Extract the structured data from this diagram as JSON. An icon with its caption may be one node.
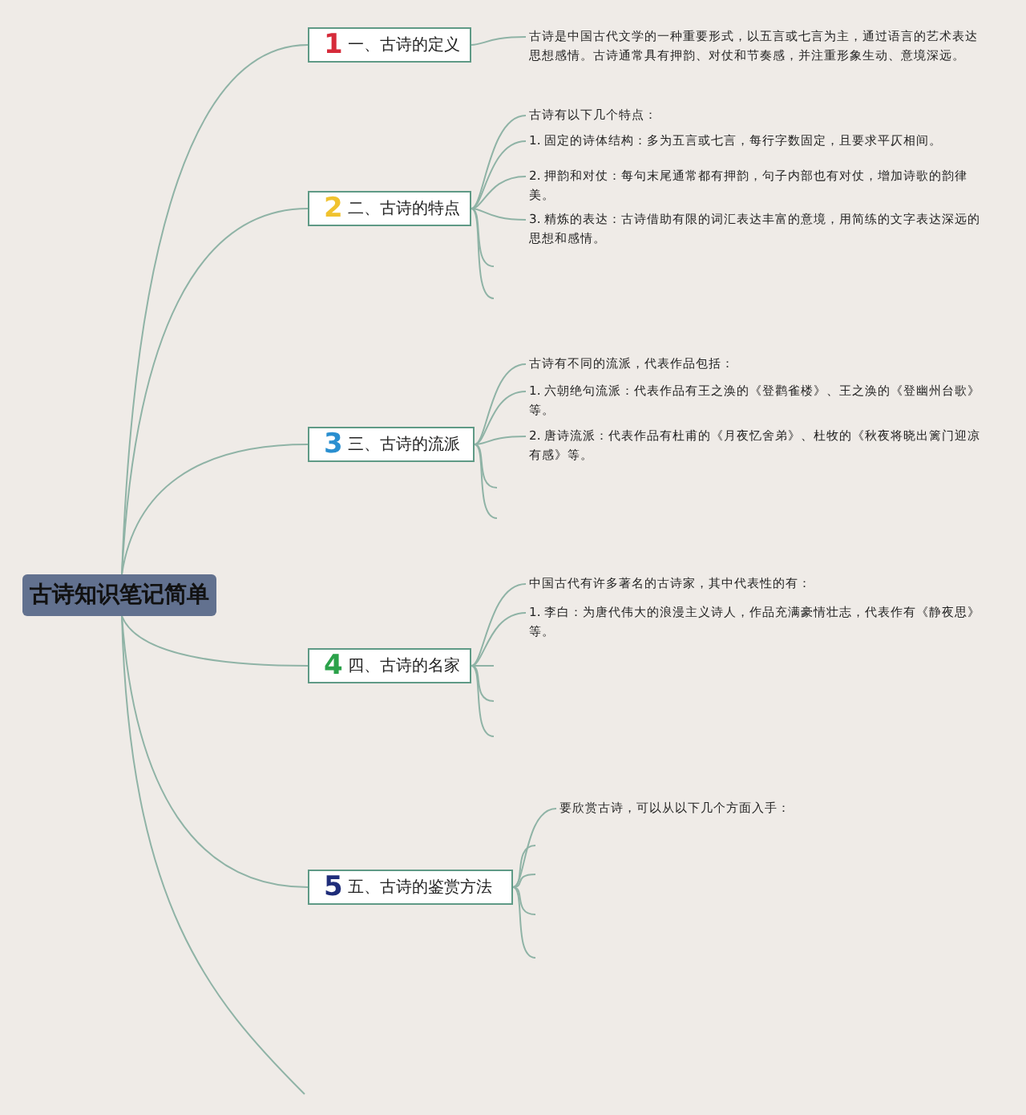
{
  "diagram": {
    "nodes": [
      {
        "text": [
          "古诗知识笔记简单"
        ]
      },
      {
        "text": [
          "1",
          "一、古诗的定义"
        ]
      },
      {
        "text": [
          "2",
          "二、古诗的特点"
        ]
      },
      {
        "text": [
          "3",
          "三、古诗的流派"
        ]
      },
      {
        "text": [
          "4",
          "四、古诗的名家"
        ]
      },
      {
        "text": [
          "5",
          "五、古诗的鉴赏方法"
        ]
      },
      {
        "text": [
          "古诗是中国古代文学的一种重要形式，以五言或七言为主，通过语言的艺术表达思想感情。古诗通常具有押韵、对仗和节奏感，并注重形象生动、意境深远。"
        ]
      },
      {
        "text": [
          "古诗有以下几个特点："
        ]
      },
      {
        "text": [
          "1. 固定的诗体结构：多为五言或七言，每行字数固定，且要求平仄相间。"
        ]
      },
      {
        "text": [
          "2. 押韵和对仗：每句末尾通常都有押韵，句子内部也有对仗，增加诗歌的韵律美。"
        ]
      },
      {
        "text": [
          "3. 精炼的表达：古诗借助有限的词汇表达丰富的意境，用简练的文字表达深远的思想和感情。"
        ]
      },
      {
        "text": [
          "古诗有不同的流派，代表作品包括："
        ]
      },
      {
        "text": [
          "1. 六朝绝句流派：代表作品有王之涣的《登鹳雀楼》、王之涣的《登幽州台歌》等。"
        ]
      },
      {
        "text": [
          "2. 唐诗流派：代表作品有杜甫的《月夜忆舍弟》、杜牧的《秋夜将晓出篱门迎凉有感》等。"
        ]
      },
      {
        "text": [
          "中国古代有许多著名的古诗家，其中代表性的有："
        ]
      },
      {
        "text": [
          "1. 李白：为唐代伟大的浪漫主义诗人，作品充满豪情壮志，代表作有《静夜思》等。"
        ]
      },
      {
        "text": [
          "要欣赏古诗，可以从以下几个方面入手："
        ]
      }
    ],
    "edges": [
      {
        "from": 0,
        "to": 1,
        "arrow": "none"
      },
      {
        "from": 0,
        "to": 2,
        "arrow": "none"
      },
      {
        "from": 0,
        "to": 3,
        "arrow": "none"
      },
      {
        "from": 0,
        "to": 4,
        "arrow": "none"
      },
      {
        "from": 0,
        "to": 5,
        "arrow": "none"
      },
      {
        "from": 0,
        "to": null,
        "arrow": "none"
      },
      {
        "from": 1,
        "to": 6,
        "arrow": "none"
      },
      {
        "from": 2,
        "to": 7,
        "arrow": "none"
      },
      {
        "from": 2,
        "to": 8,
        "arrow": "none"
      },
      {
        "from": 2,
        "to": 9,
        "arrow": "none"
      },
      {
        "from": 2,
        "to": 10,
        "arrow": "none"
      },
      {
        "from": 2,
        "to": null,
        "arrow": "none"
      },
      {
        "from": 2,
        "to": null,
        "arrow": "none"
      },
      {
        "from": 3,
        "to": 11,
        "arrow": "none"
      },
      {
        "from": 3,
        "to": 12,
        "arrow": "none"
      },
      {
        "from": 3,
        "to": 13,
        "arrow": "none"
      },
      {
        "from": 3,
        "to": null,
        "arrow": "none"
      },
      {
        "from": 3,
        "to": null,
        "arrow": "none"
      },
      {
        "from": 4,
        "to": 14,
        "arrow": "none"
      },
      {
        "from": 4,
        "to": 15,
        "arrow": "none"
      },
      {
        "from": 4,
        "to": null,
        "arrow": "none"
      },
      {
        "from": 4,
        "to": null,
        "arrow": "none"
      },
      {
        "from": 4,
        "to": null,
        "arrow": "none"
      },
      {
        "from": 5,
        "to": 16,
        "arrow": "none"
      },
      {
        "from": 5,
        "to": null,
        "arrow": "none"
      },
      {
        "from": 5,
        "to": null,
        "arrow": "none"
      },
      {
        "from": 5,
        "to": null,
        "arrow": "none"
      },
      {
        "from": 5,
        "to": null,
        "arrow": "none"
      }
    ]
  }
}
